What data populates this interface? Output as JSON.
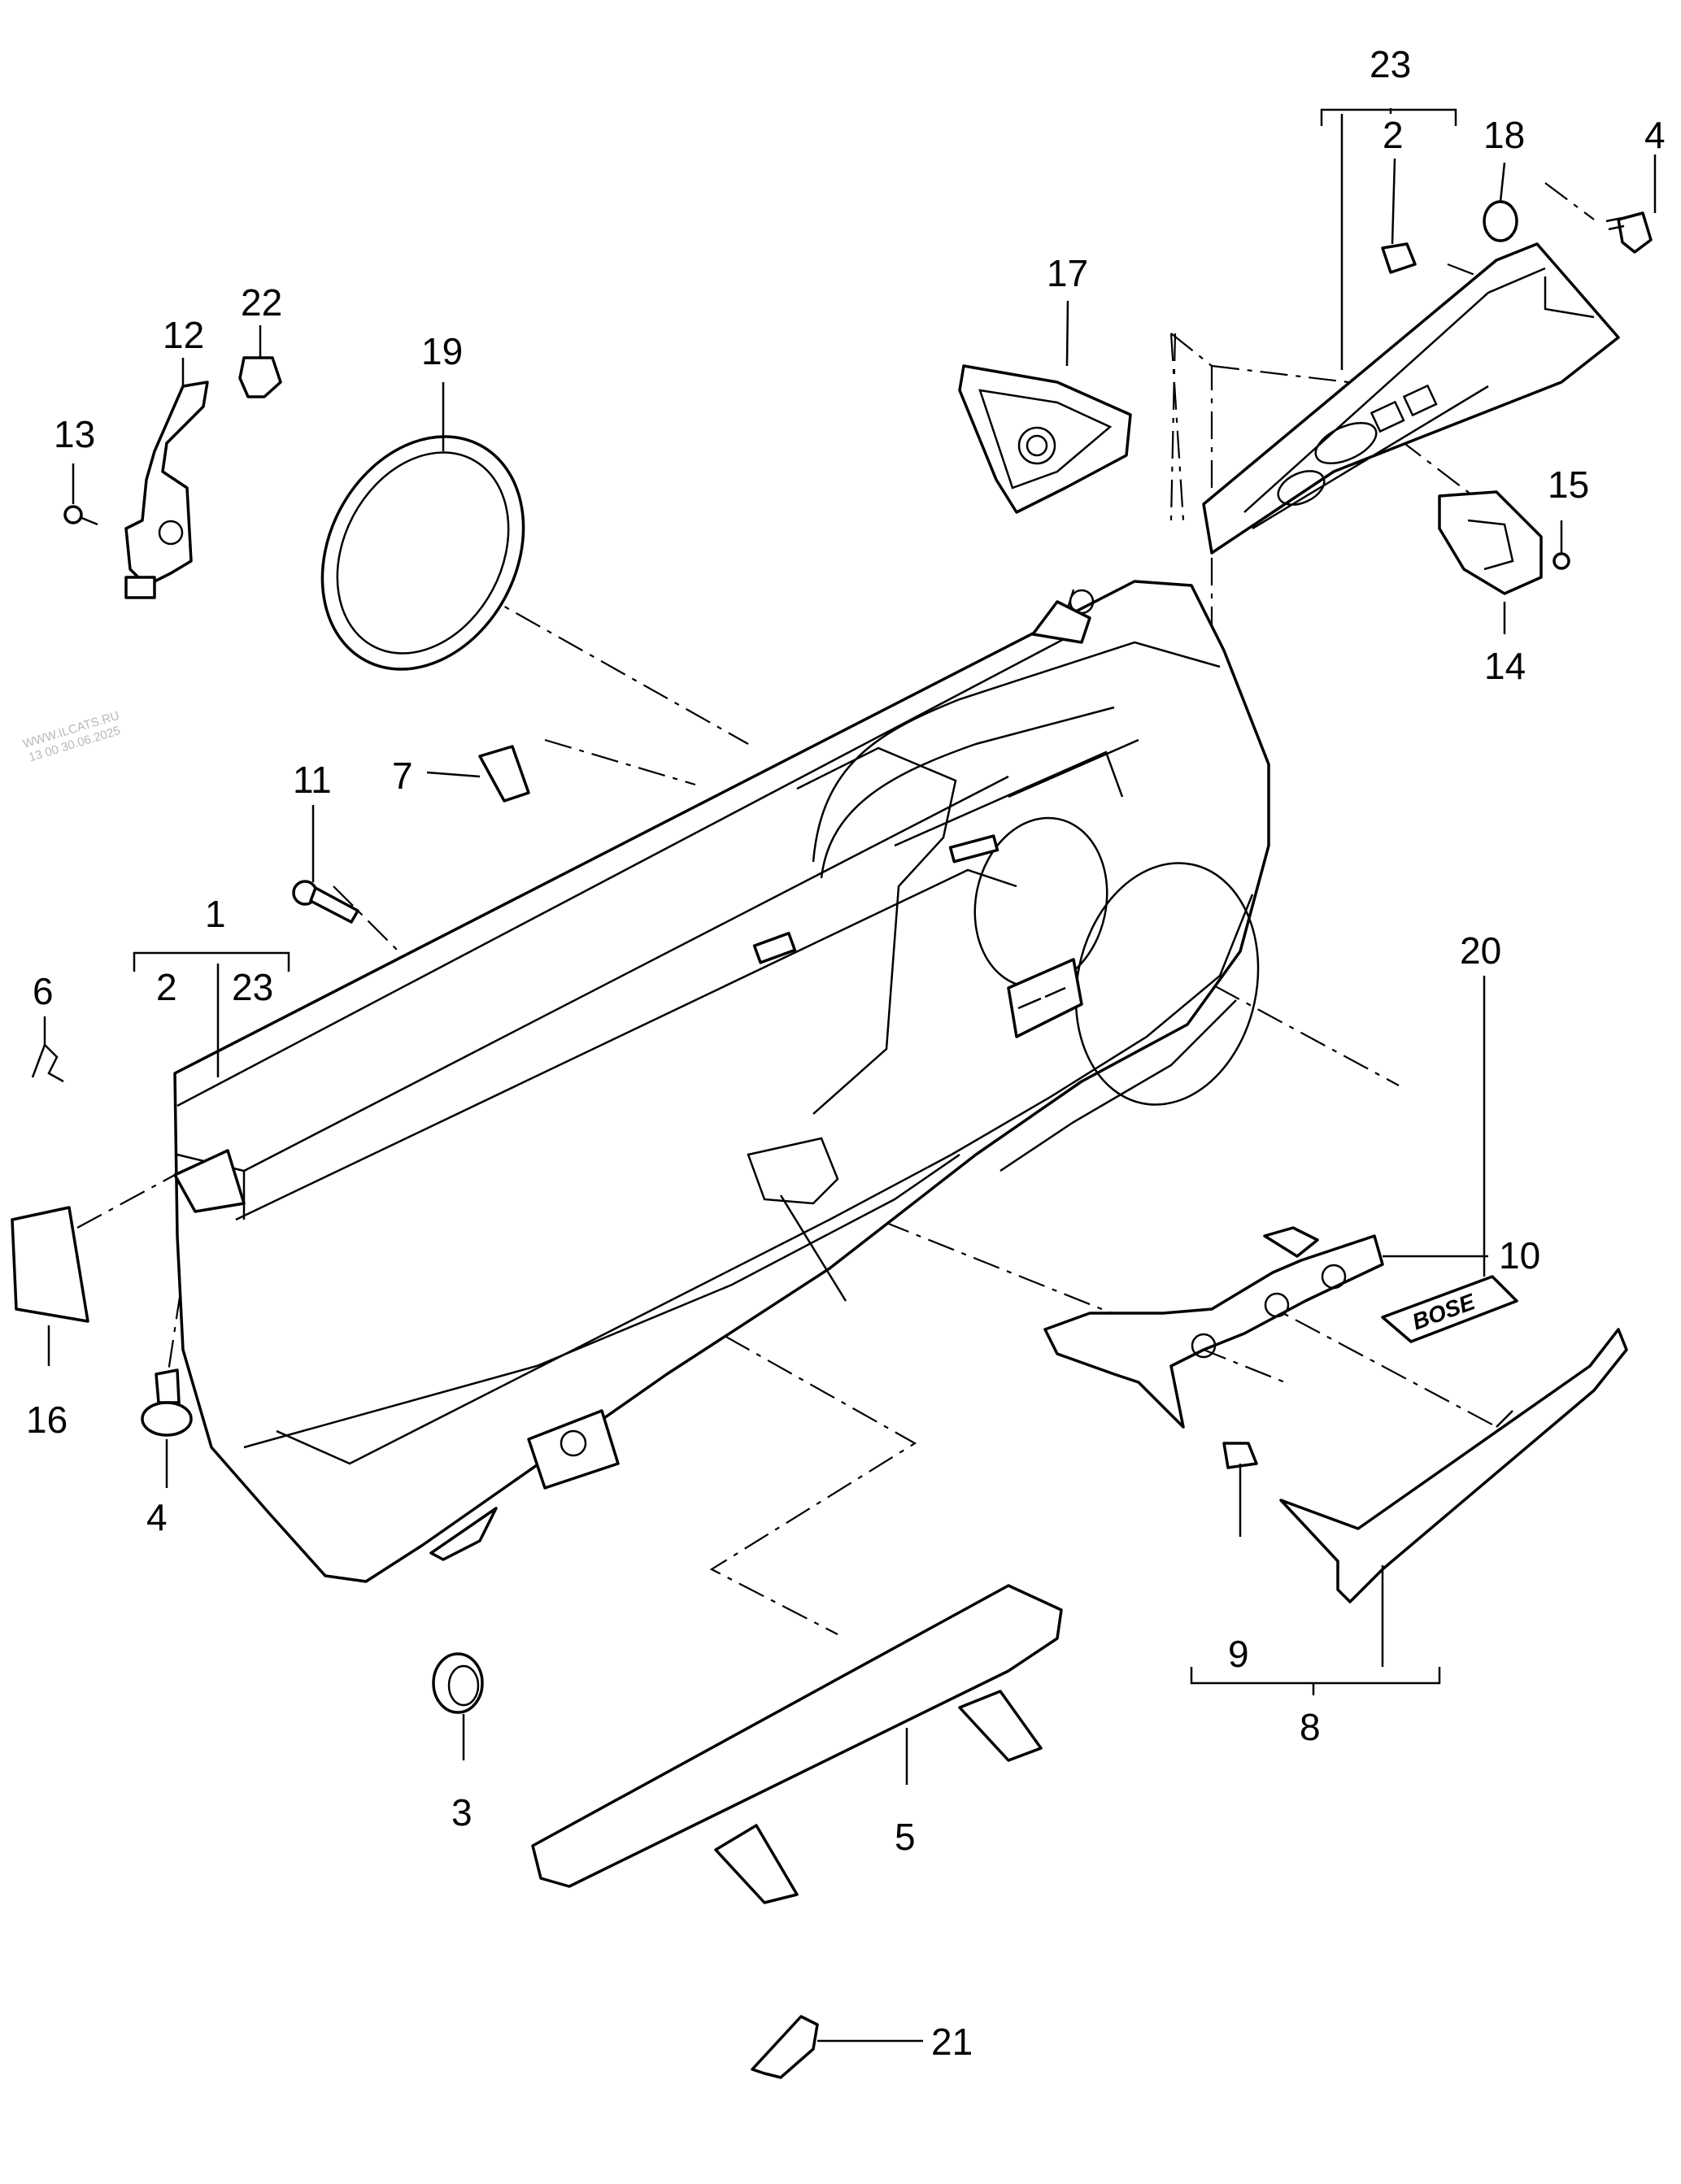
{
  "watermark": {
    "line1": "WWW.ILCATS.RU",
    "line2": "13 00 30.06.2025"
  },
  "labels": {
    "p1": "1",
    "p1_sub_a": "2",
    "p1_sub_b": "23",
    "p2": "2",
    "p3": "3",
    "p4_top": "4",
    "p4_bottom": "4",
    "p5": "5",
    "p6": "6",
    "p7": "7",
    "p8": "8",
    "p9": "9",
    "p10": "10",
    "p11": "11",
    "p12": "12",
    "p13": "13",
    "p14": "14",
    "p15": "15",
    "p16": "16",
    "p17": "17",
    "p18": "18",
    "p19": "19",
    "p20": "20",
    "p21": "21",
    "p22": "22",
    "p23": "23"
  },
  "speaker_badge_text": "BOSE"
}
